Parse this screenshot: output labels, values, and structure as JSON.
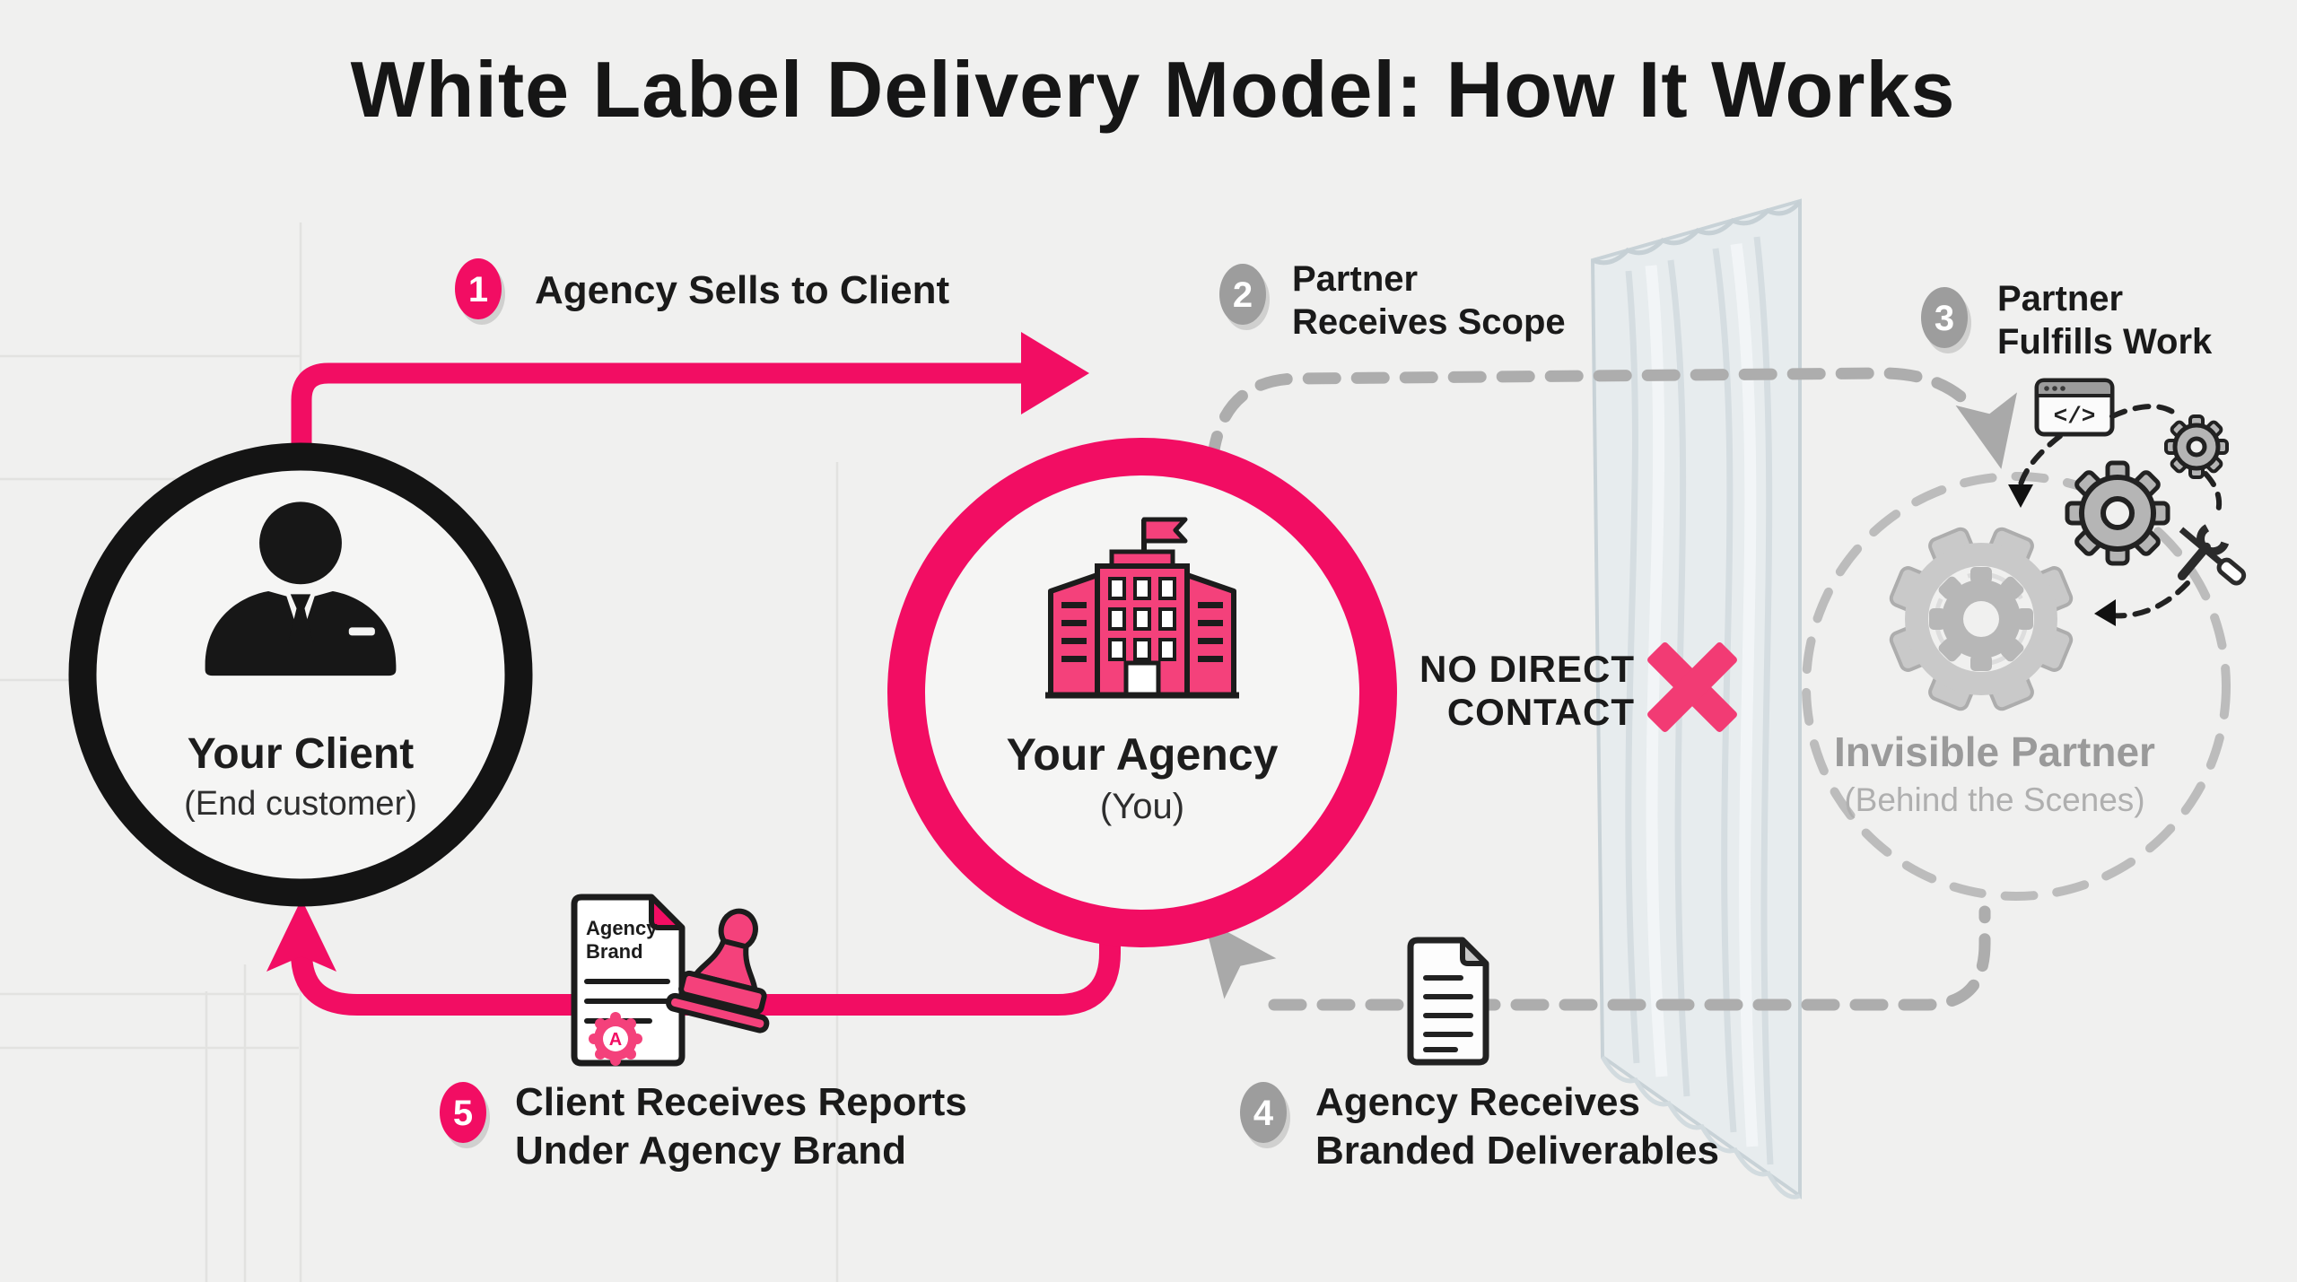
{
  "title": "White Label Delivery Model: How It Works",
  "palette": {
    "pink": "#F20D63",
    "pink_light": "#F4417B",
    "black": "#161616",
    "gray_badge": "#9D9D9D",
    "gray_dash": "#ADADAD",
    "gray_text": "#9A9A9A",
    "background": "#F0F0EF"
  },
  "steps": [
    {
      "num": "1",
      "lines": [
        "Agency Sells to Client"
      ]
    },
    {
      "num": "2",
      "lines": [
        "Partner",
        "Receives Scope"
      ]
    },
    {
      "num": "3",
      "lines": [
        "Partner",
        "Fulfills Work"
      ]
    },
    {
      "num": "4",
      "lines": [
        "Agency Receives",
        "Branded Deliverables"
      ]
    },
    {
      "num": "5",
      "lines": [
        "Client Receives Reports",
        "Under Agency Brand"
      ]
    }
  ],
  "entities": {
    "client": {
      "name": "Your Client",
      "subtitle": "(End customer)"
    },
    "agency": {
      "name": "Your Agency",
      "subtitle": "(You)"
    },
    "partner": {
      "name": "Invisible Partner",
      "subtitle": "(Behind the Scenes)"
    }
  },
  "barrier": {
    "label_line1": "NO DIRECT",
    "label_line2": "CONTACT"
  },
  "branded_document": {
    "line1": "Agency",
    "line2": "Brand",
    "seal_letter": "A"
  },
  "code_icon_glyph": "</>"
}
